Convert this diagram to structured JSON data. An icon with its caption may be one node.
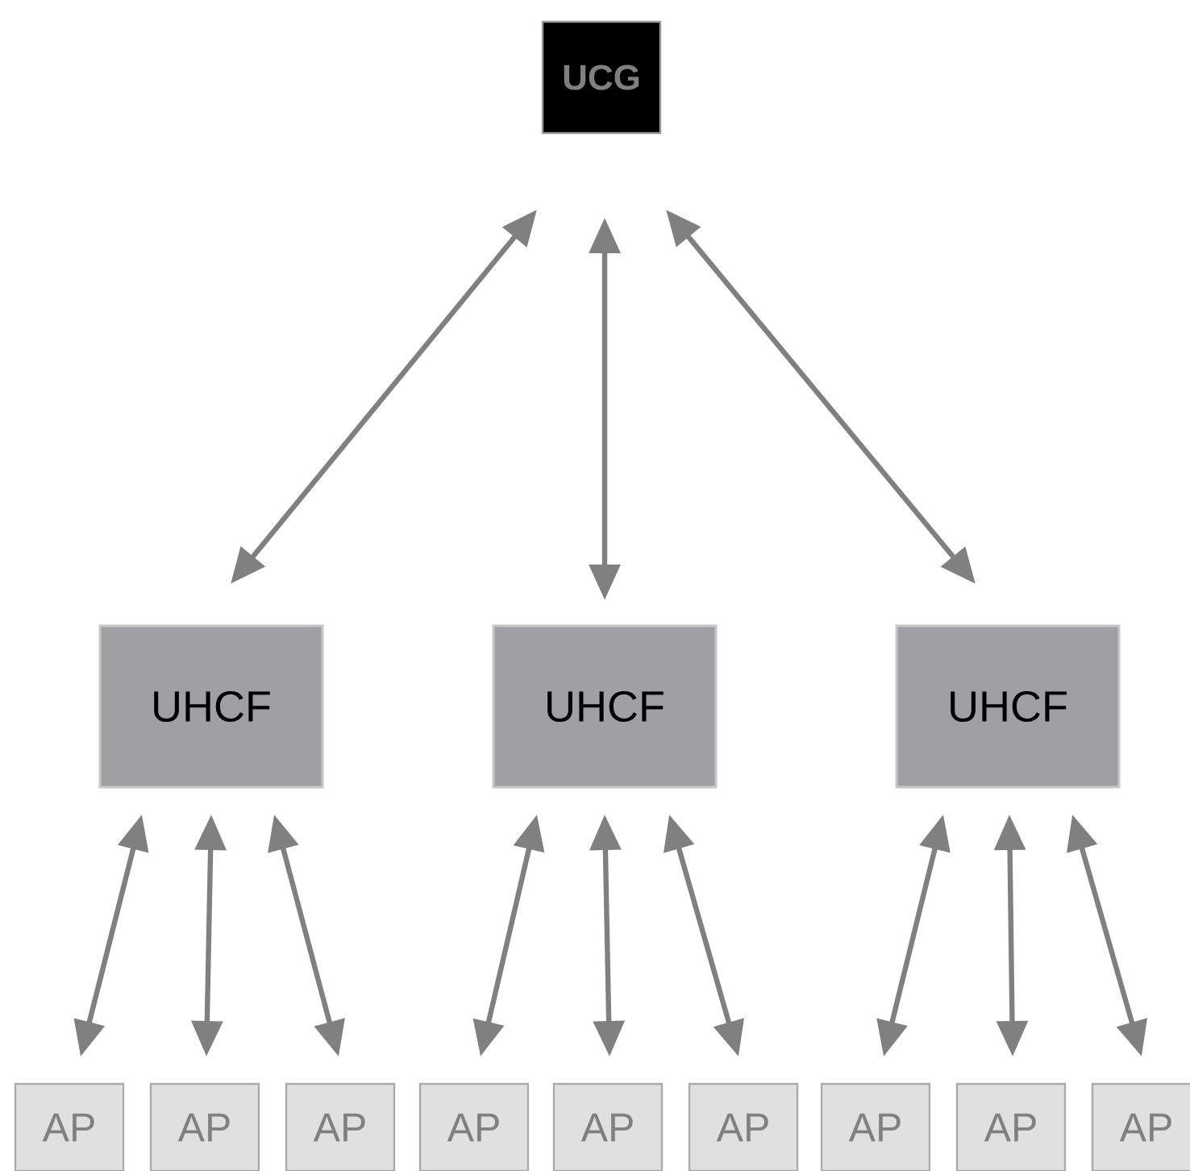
{
  "diagram": {
    "nodes": [
      {
        "text": [
          "UCG"
        ]
      },
      {
        "text": [
          "UHCF"
        ]
      },
      {
        "text": [
          "UHCF"
        ]
      },
      {
        "text": [
          "UHCF"
        ]
      },
      {
        "text": [
          "AP"
        ]
      },
      {
        "text": [
          "AP"
        ]
      },
      {
        "text": [
          "AP"
        ]
      },
      {
        "text": [
          "AP"
        ]
      },
      {
        "text": [
          "AP"
        ]
      },
      {
        "text": [
          "AP"
        ]
      },
      {
        "text": [
          "AP"
        ]
      },
      {
        "text": [
          "AP"
        ]
      },
      {
        "text": [
          "AP"
        ]
      }
    ],
    "edges": [
      {
        "from": 0,
        "to": 1,
        "arrow": "both"
      },
      {
        "from": 0,
        "to": 2,
        "arrow": "both"
      },
      {
        "from": 0,
        "to": 3,
        "arrow": "both"
      },
      {
        "from": 1,
        "to": 4,
        "arrow": "both"
      },
      {
        "from": 1,
        "to": 5,
        "arrow": "both"
      },
      {
        "from": 1,
        "to": 6,
        "arrow": "both"
      },
      {
        "from": 2,
        "to": 7,
        "arrow": "both"
      },
      {
        "from": 2,
        "to": 8,
        "arrow": "both"
      },
      {
        "from": 2,
        "to": 9,
        "arrow": "both"
      },
      {
        "from": 3,
        "to": 10,
        "arrow": "both"
      },
      {
        "from": 3,
        "to": 11,
        "arrow": "both"
      },
      {
        "from": 3,
        "to": 12,
        "arrow": "both"
      }
    ]
  }
}
